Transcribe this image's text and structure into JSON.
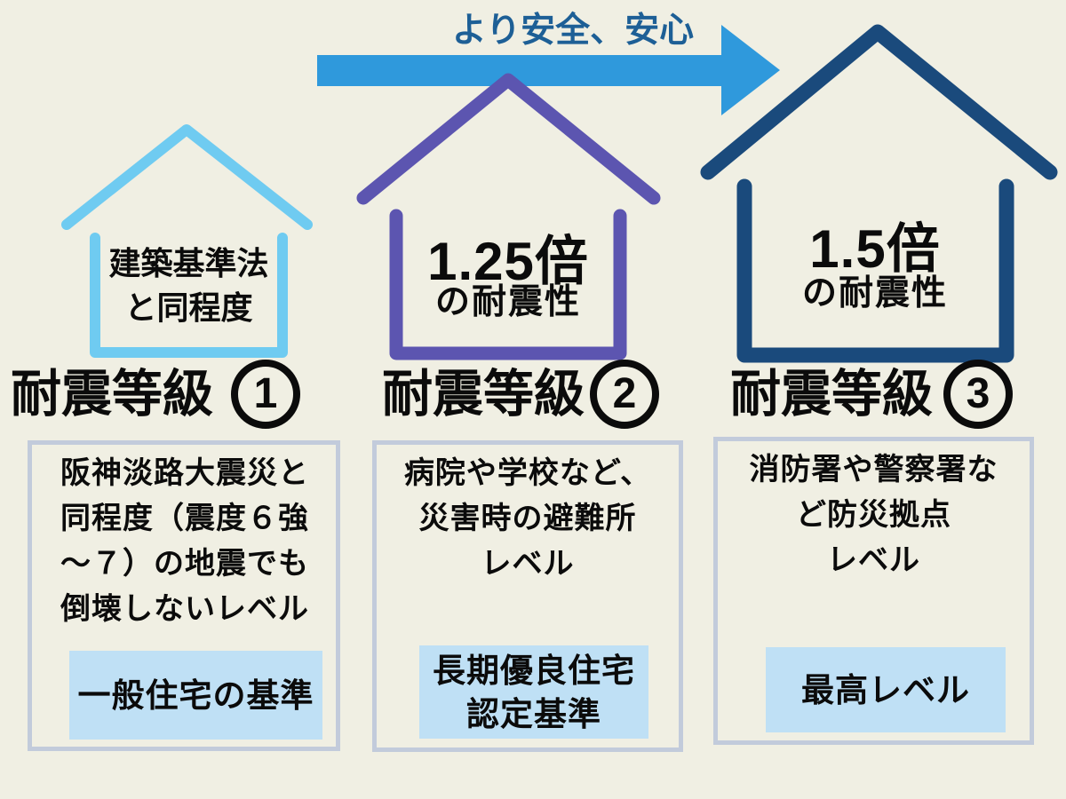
{
  "colors": {
    "background": "#f0efe3",
    "arrow": "#2f99dc",
    "arrow_label": "#1d5f96",
    "house1": "#6fcbf1",
    "house2": "#5c55b0",
    "house3": "#1a4a7c",
    "box_border": "#c2cbdb",
    "highlight_bg": "#bfe0f5",
    "text": "#0b0b0b"
  },
  "arrow": {
    "label": "より安全、安心"
  },
  "houses": [
    {
      "caption": "建築基準法\nと同程度"
    },
    {
      "caption_big": "1.25倍",
      "caption_sub": "の耐震性"
    },
    {
      "caption_big": "1.5倍",
      "caption_sub": "の耐震性"
    }
  ],
  "grades": [
    {
      "label": "耐震等級",
      "number": "1"
    },
    {
      "label": "耐震等級",
      "number": "2"
    },
    {
      "label": "耐震等級",
      "number": "3"
    }
  ],
  "boxes": [
    {
      "description": "阪神淡路大震災と\n同程度（震度６強\n〜７）の地震でも\n倒壊しないレベル",
      "highlight": "一般住宅の基準"
    },
    {
      "description": "病院や学校など、\n災害時の避難所\nレベル",
      "highlight": "長期優良住宅\n認定基準"
    },
    {
      "description": "消防署や警察署な\nど防災拠点\nレベル",
      "highlight": "最高レベル"
    }
  ]
}
